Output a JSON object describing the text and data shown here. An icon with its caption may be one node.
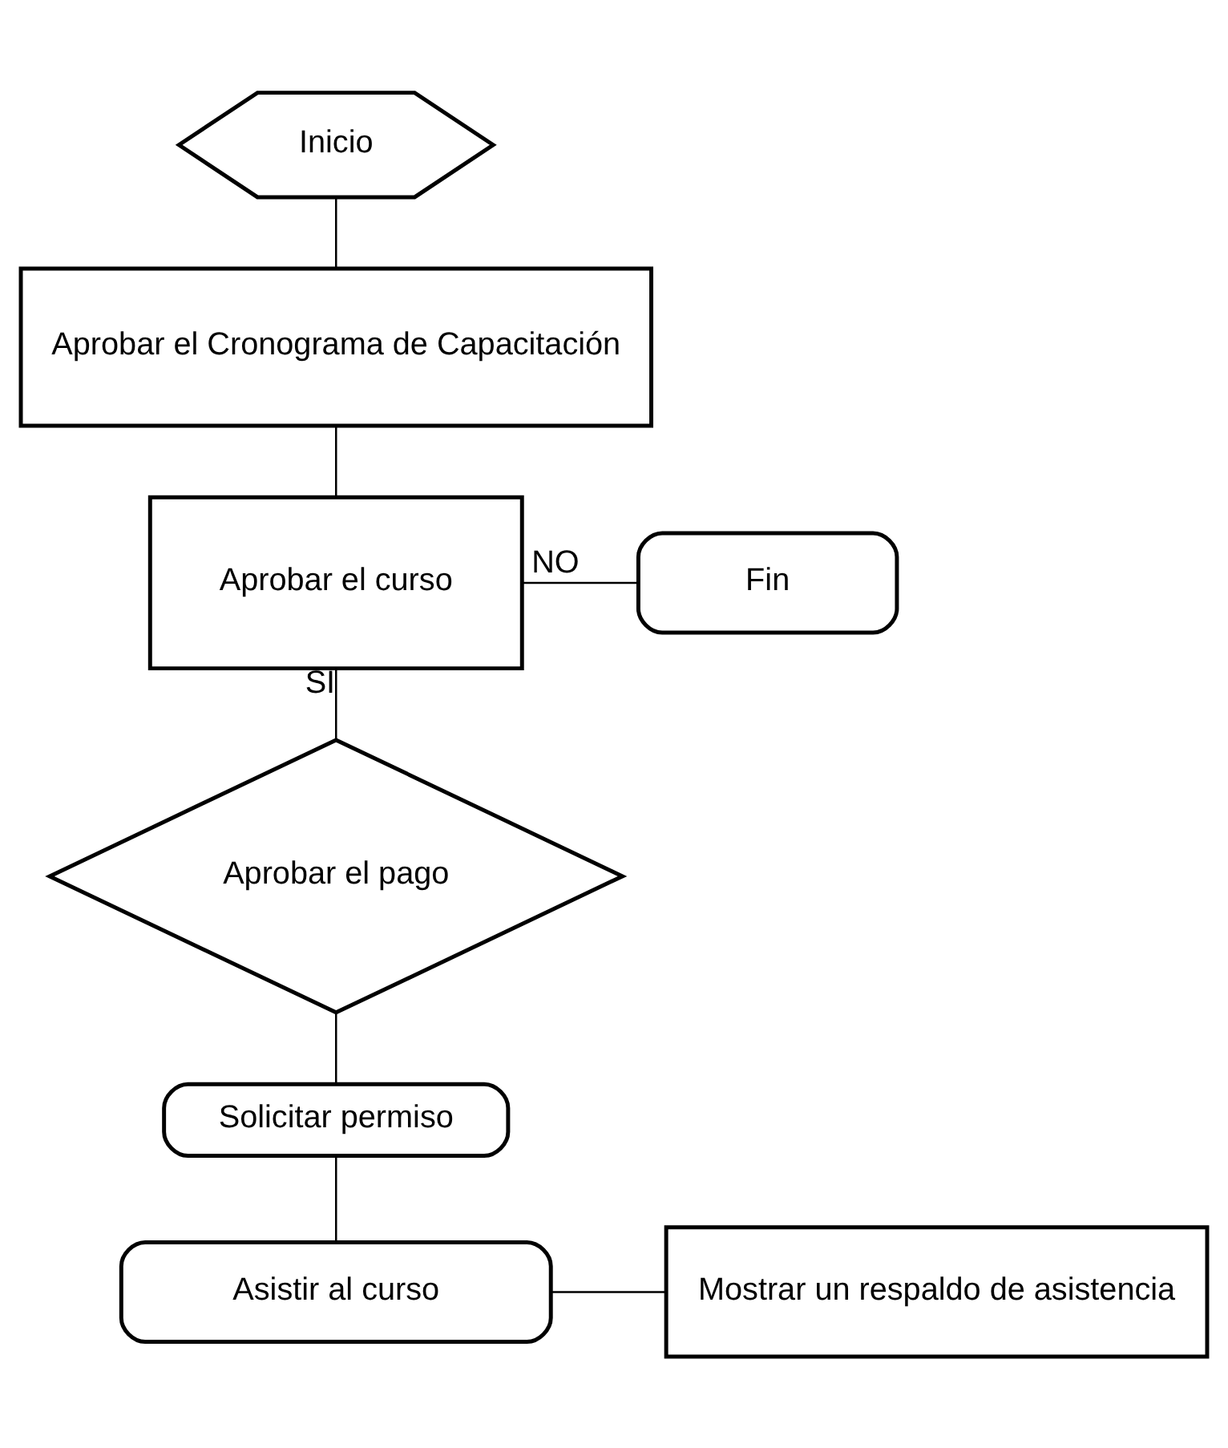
{
  "diagram": {
    "nodes": [
      {
        "text": [
          "Inicio"
        ]
      },
      {
        "text": [
          "Aprobar el Cronograma de Capacitación"
        ]
      },
      {
        "text": [
          "Aprobar el curso"
        ]
      },
      {
        "text": [
          "Fin"
        ]
      },
      {
        "text": [
          "Aprobar el pago"
        ]
      },
      {
        "text": [
          "Solicitar permiso"
        ]
      },
      {
        "text": [
          "Asistir al curso"
        ]
      },
      {
        "text": [
          "Mostrar un respaldo de asistencia"
        ]
      }
    ],
    "edges": [
      {
        "from": 0,
        "to": 1,
        "arrow": "none"
      },
      {
        "from": 1,
        "to": 2,
        "arrow": "none"
      },
      {
        "from": 2,
        "to": 3,
        "arrow": "none",
        "label": "NO"
      },
      {
        "from": 2,
        "to": 4,
        "arrow": "none",
        "label": "SI"
      },
      {
        "from": 4,
        "to": 5,
        "arrow": "none"
      },
      {
        "from": 5,
        "to": 6,
        "arrow": "none"
      },
      {
        "from": 6,
        "to": 7,
        "arrow": "none"
      }
    ]
  }
}
